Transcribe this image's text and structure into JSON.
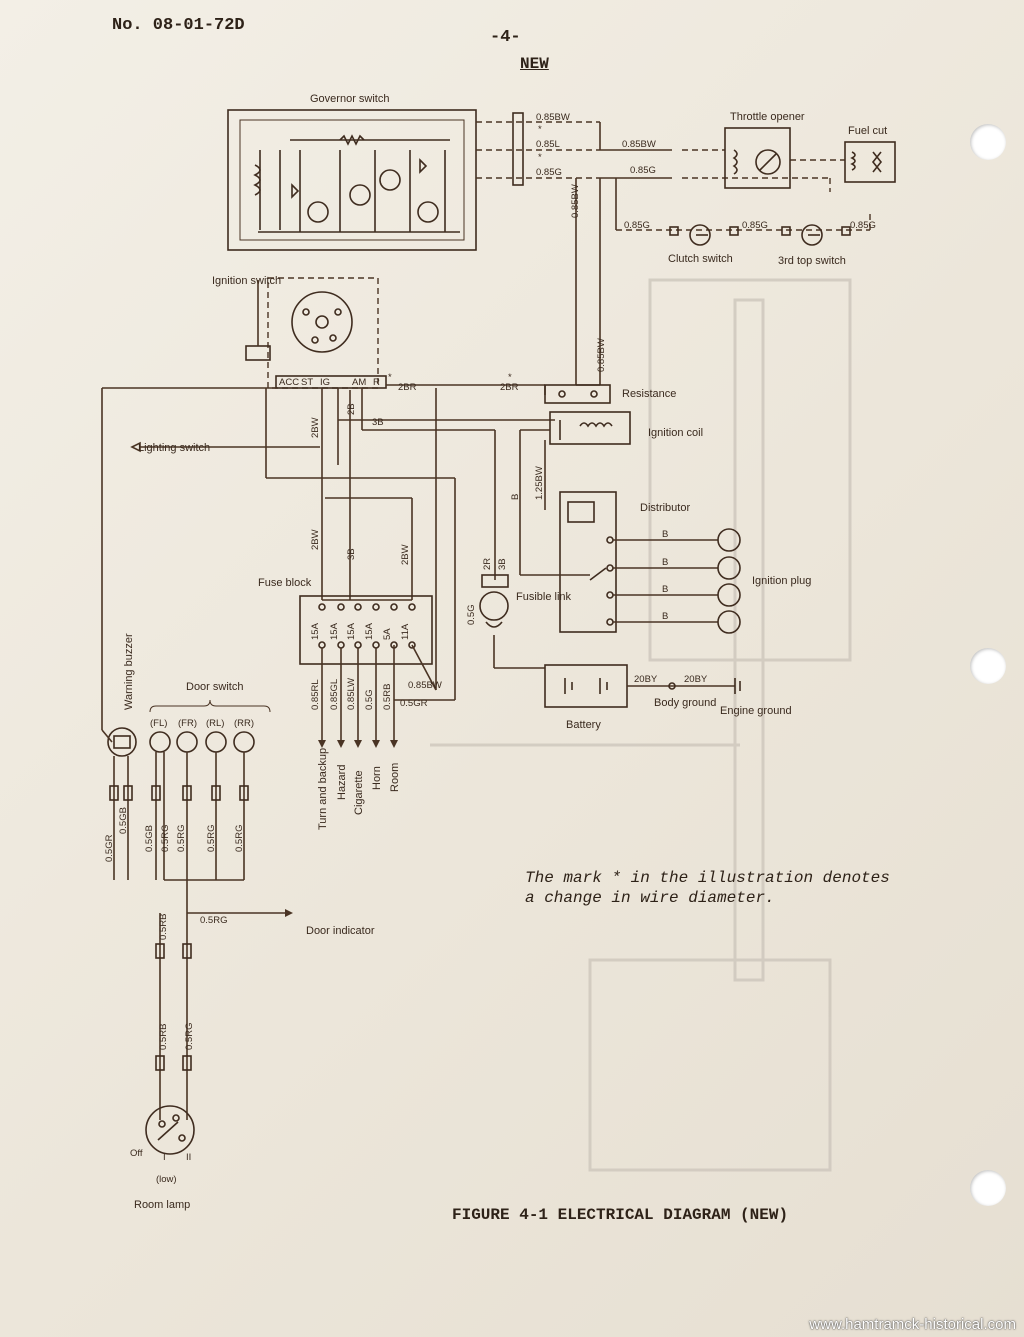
{
  "header": {
    "doc_number": "No. 08-01-72D",
    "page_number": "-4-",
    "new_label": "NEW"
  },
  "diagram": {
    "components": {
      "governor_switch": "Governor switch",
      "throttle_opener": "Throttle opener",
      "fuel_cut": "Fuel cut",
      "clutch_switch": "Clutch switch",
      "third_top_switch": "3rd top switch",
      "ignition_switch": "Ignition switch",
      "resistance": "Resistance",
      "ignition_coil": "Ignition coil",
      "lighting_switch": "Lighting switch",
      "distributor": "Distributor",
      "ignition_plug": "Ignition plug",
      "fuse_block": "Fuse block",
      "fusible_link": "Fusible link",
      "battery": "Battery",
      "body_ground": "Body ground",
      "engine_ground": "Engine ground",
      "warning_buzzer": "Warning buzzer",
      "door_switch": "Door switch",
      "door_indicator": "Door indicator",
      "room_lamp": "Room lamp"
    },
    "ignition_terminals": [
      "ACC",
      "ST",
      "IG",
      "AM",
      "R"
    ],
    "fuses": [
      "15A",
      "15A",
      "15A",
      "15A",
      "5A",
      "11A"
    ],
    "fuse_outputs": [
      "Turn and backup",
      "Hazard",
      "Cigarette",
      "Horn",
      "Room"
    ],
    "fuse_output_wires": [
      "0.85RL",
      "0.85GL",
      "0.85LW",
      "0.5G",
      "0.5RB"
    ],
    "door_switch_positions": [
      "(FL)",
      "(FR)",
      "(RL)",
      "(RR)"
    ],
    "room_lamp_positions": {
      "off": "Off",
      "one": "I",
      "two": "II",
      "low": "(low)"
    },
    "wire_labels": {
      "gov_bw": "0.85BW",
      "gov_l": "0.85L",
      "gov_g": "0.85G",
      "throttle_bw": "0.85BW",
      "fuelcut_g": "0.85G",
      "vertical_bw": "0.85BW",
      "clutch_g1": "0.85G",
      "clutch_g2": "0.85G",
      "clutch_g3": "0.85G",
      "res_bw": "0.85BW",
      "ign_2br": "2BR",
      "res_2br": "2BR",
      "w_2bw_a": "2BW",
      "w_2b": "2B",
      "w_3b": "3B",
      "w_2bw_b": "2BW",
      "w_3b_b": "3B",
      "w_2bw_c": "2BW",
      "coil_125bw": "1.25BW",
      "coil_b": "B",
      "link_2r": "2R",
      "link_3b": "3B",
      "link_05g": "0.5G",
      "plug_b": "B",
      "batt_20by": "20BY",
      "gnd_20by": "20BY",
      "fuse_085bw": "0.85BW",
      "fuse_05gr": "0.5GR",
      "buzz_05gr": "0.5GR",
      "buzz_05gb": "0.5GB",
      "ds_05gb": "0.5GB",
      "ds_05rg1": "0.5RG",
      "ds_05rg2": "0.5RG",
      "ds_05rg3": "0.5RG",
      "ds_05rg4": "0.5RG",
      "di_05rg": "0.5RG",
      "rl_05rb1": "0.5RB",
      "rl_05rb2": "0.5RB",
      "rl_05rg": "0.5RG"
    },
    "change_mark": "*",
    "fuse_1a": "15A"
  },
  "note": {
    "line1": "The mark * in the illustration denotes",
    "line2": "a change in wire diameter."
  },
  "caption": "FIGURE 4-1 ELECTRICAL DIAGRAM (NEW)",
  "watermark": "www.hamtramck-historical.com"
}
